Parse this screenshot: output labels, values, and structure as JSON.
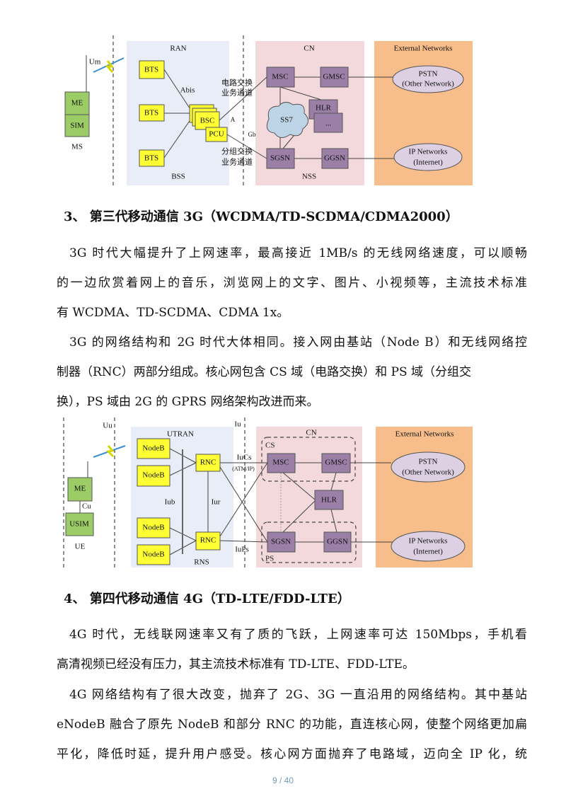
{
  "diagram_2g": {
    "ran": "RAN",
    "cn": "CN",
    "external": "External Networks",
    "um": "Um",
    "me": "ME",
    "sim": "SIM",
    "ms": "MS",
    "bts": "BTS",
    "abis": "Abis",
    "bsc": "BSC",
    "pcu": "PCU",
    "a": "A",
    "gb": "Gb",
    "cs_channel_1": "电路交换",
    "cs_channel_2": "业务通道",
    "ps_channel_1": "分组交换",
    "ps_channel_2": "业务通道",
    "msc": "MSC",
    "gmsc": "GMSC",
    "hlr": "HLR",
    "more": "...",
    "ss7": "SS7",
    "sgsn": "SGSN",
    "ggsn": "GGSN",
    "pstn": "PSTN",
    "pstn_sub": "(Other Network)",
    "ipnet": "IP Networks",
    "ipnet_sub": "(Internet)",
    "bss": "BSS",
    "nss": "NSS"
  },
  "section3": {
    "heading": "3、  第三代移动通信 3G（WCDMA/TD-SCDMA/CDMA2000）",
    "lines": [
      "3G 时代大幅提升了上网速率，最高接近 1MB/s 的无线网络速度，可以顺畅",
      "的一边欣赏着网上的音乐，浏览网上的文字、图片、小视频等，主流技术标准",
      "有 WCDMA、TD-SCDMA、CDMA 1x。",
      "3G 的网络结构和 2G 时代大体相同。接入网由基站（Node B）和无线网络控",
      "制器（RNC）两部分组成。核心网包含 CS 域（电路交换）和 PS 域（分组交",
      "换），PS 域由 2G 的 GPRS 网络架构改进而来。"
    ]
  },
  "diagram_3g": {
    "uu": "Uu",
    "iu": "Iu",
    "utran": "UTRAN",
    "cn": "CN",
    "external": "External Networks",
    "me": "ME",
    "cu": "Cu",
    "usim": "USIM",
    "ue": "UE",
    "nodeb": "NodeB",
    "iub": "Iub",
    "rnc": "RNC",
    "iur": "Iur",
    "rns": "RNS",
    "iucs": "IuCs",
    "atmip": "(ATM/IP)",
    "iups": "IuPs",
    "cs": "CS",
    "ps": "PS",
    "msc": "MSC",
    "gmsc": "GMSC",
    "hlr": "HLR",
    "sgsn": "SGSN",
    "ggsn": "GGSN",
    "pstn": "PSTN",
    "pstn_sub": "(Other Network)",
    "ipnet": "IP Networks",
    "ipnet_sub": "(Internet)"
  },
  "section4": {
    "heading": "4、  第四代移动通信 4G（TD-LTE/FDD-LTE）",
    "lines": [
      "4G 时代，无线联网速率又有了质的飞跃，上网速率可达 150Mbps，手机看",
      "高清视频已经没有压力，其主流技术标准有 TD-LTE、FDD-LTE。",
      "4G 网络结构有了很大改变，抛弃了 2G、3G 一直沿用的网络结构。其中基站",
      "eNodeB 融合了原先 NodeB 和部分 RNC 的功能，直连核心网，使整个网络更加扁",
      "平化，降低时延，提升用户感受。核心网方面抛弃了电路域，迈向全 IP 化，统"
    ]
  },
  "footer": {
    "page": "9 / 40"
  },
  "colors": {
    "ran_bg": "#e8edf8",
    "cn_bg": "#f3d9dc",
    "ext_bg": "#f7bd8a",
    "node_yellow": "#ffff33",
    "node_purple": "#9b7fa6",
    "ms_green": "#9ccc65",
    "page_num": "#6f9bb8"
  }
}
